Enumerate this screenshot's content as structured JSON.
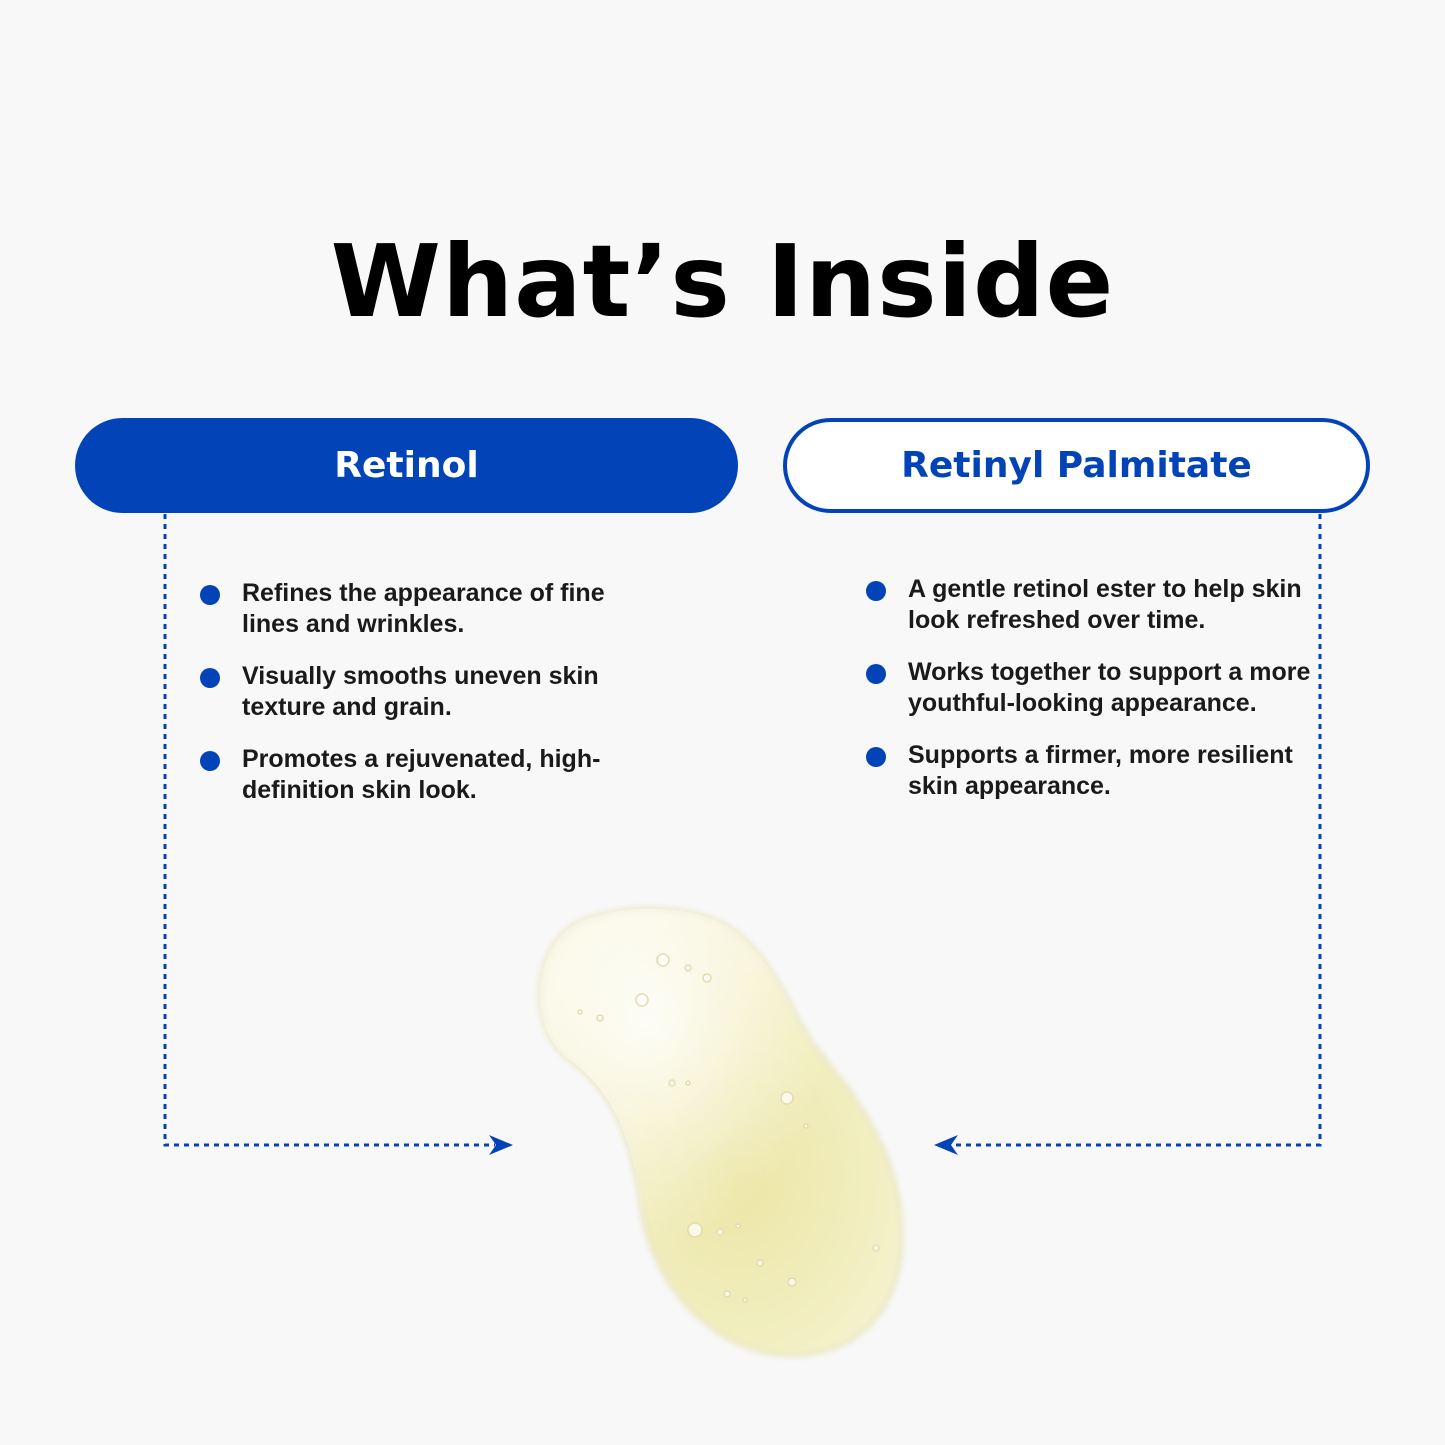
{
  "title": "What’s Inside",
  "colors": {
    "accent": "#0244b8",
    "background": "#f8f8f8",
    "text": "#1a1a1a"
  },
  "ingredients": [
    {
      "name": "Retinol",
      "style": "filled",
      "bullets": [
        "Refines the appearance of fine lines and wrinkles.",
        "Visually smooths uneven skin texture and grain.",
        "Promotes a rejuvenated, high-definition skin look."
      ]
    },
    {
      "name": "Retinyl Palmitate",
      "style": "outline",
      "bullets": [
        "A gentle retinol ester to help skin look refreshed over time.",
        "Works together to support a more youthful-looking appearance.",
        "Supports a firmer, more resilient skin appearance."
      ]
    }
  ],
  "image": {
    "subject": "serum-drop"
  }
}
